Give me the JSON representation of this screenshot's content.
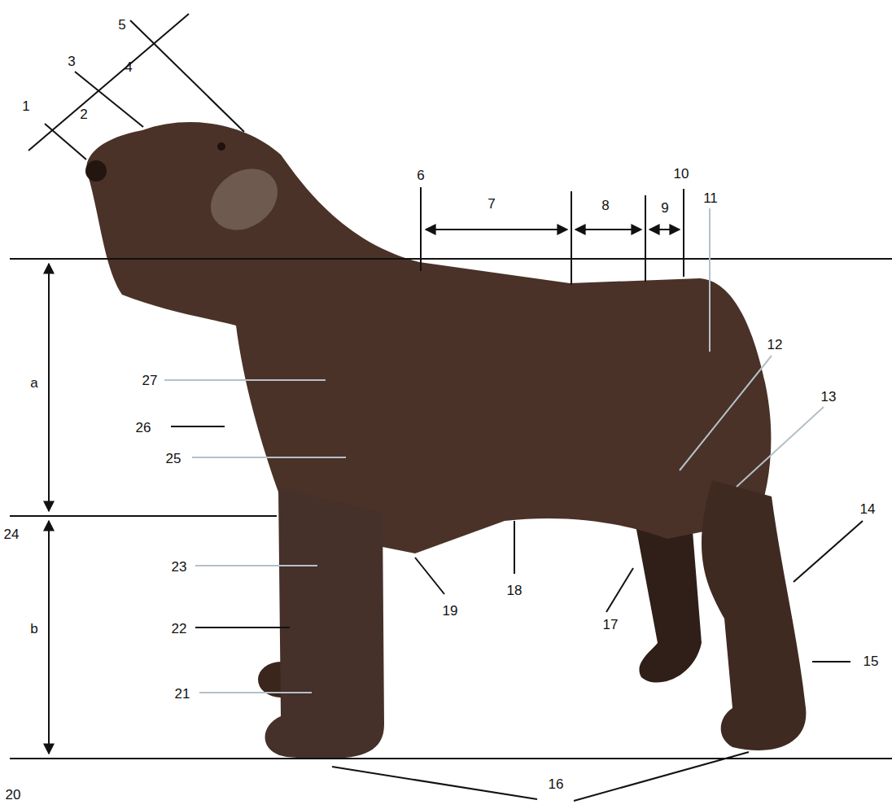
{
  "diagram": {
    "labels": [
      "1",
      "2",
      "3",
      "4",
      "5",
      "6",
      "7",
      "8",
      "9",
      "10",
      "11",
      "12",
      "13",
      "14",
      "15",
      "16",
      "17",
      "18",
      "19",
      "20",
      "21",
      "22",
      "23",
      "24",
      "25",
      "26",
      "27",
      "a",
      "b"
    ]
  }
}
